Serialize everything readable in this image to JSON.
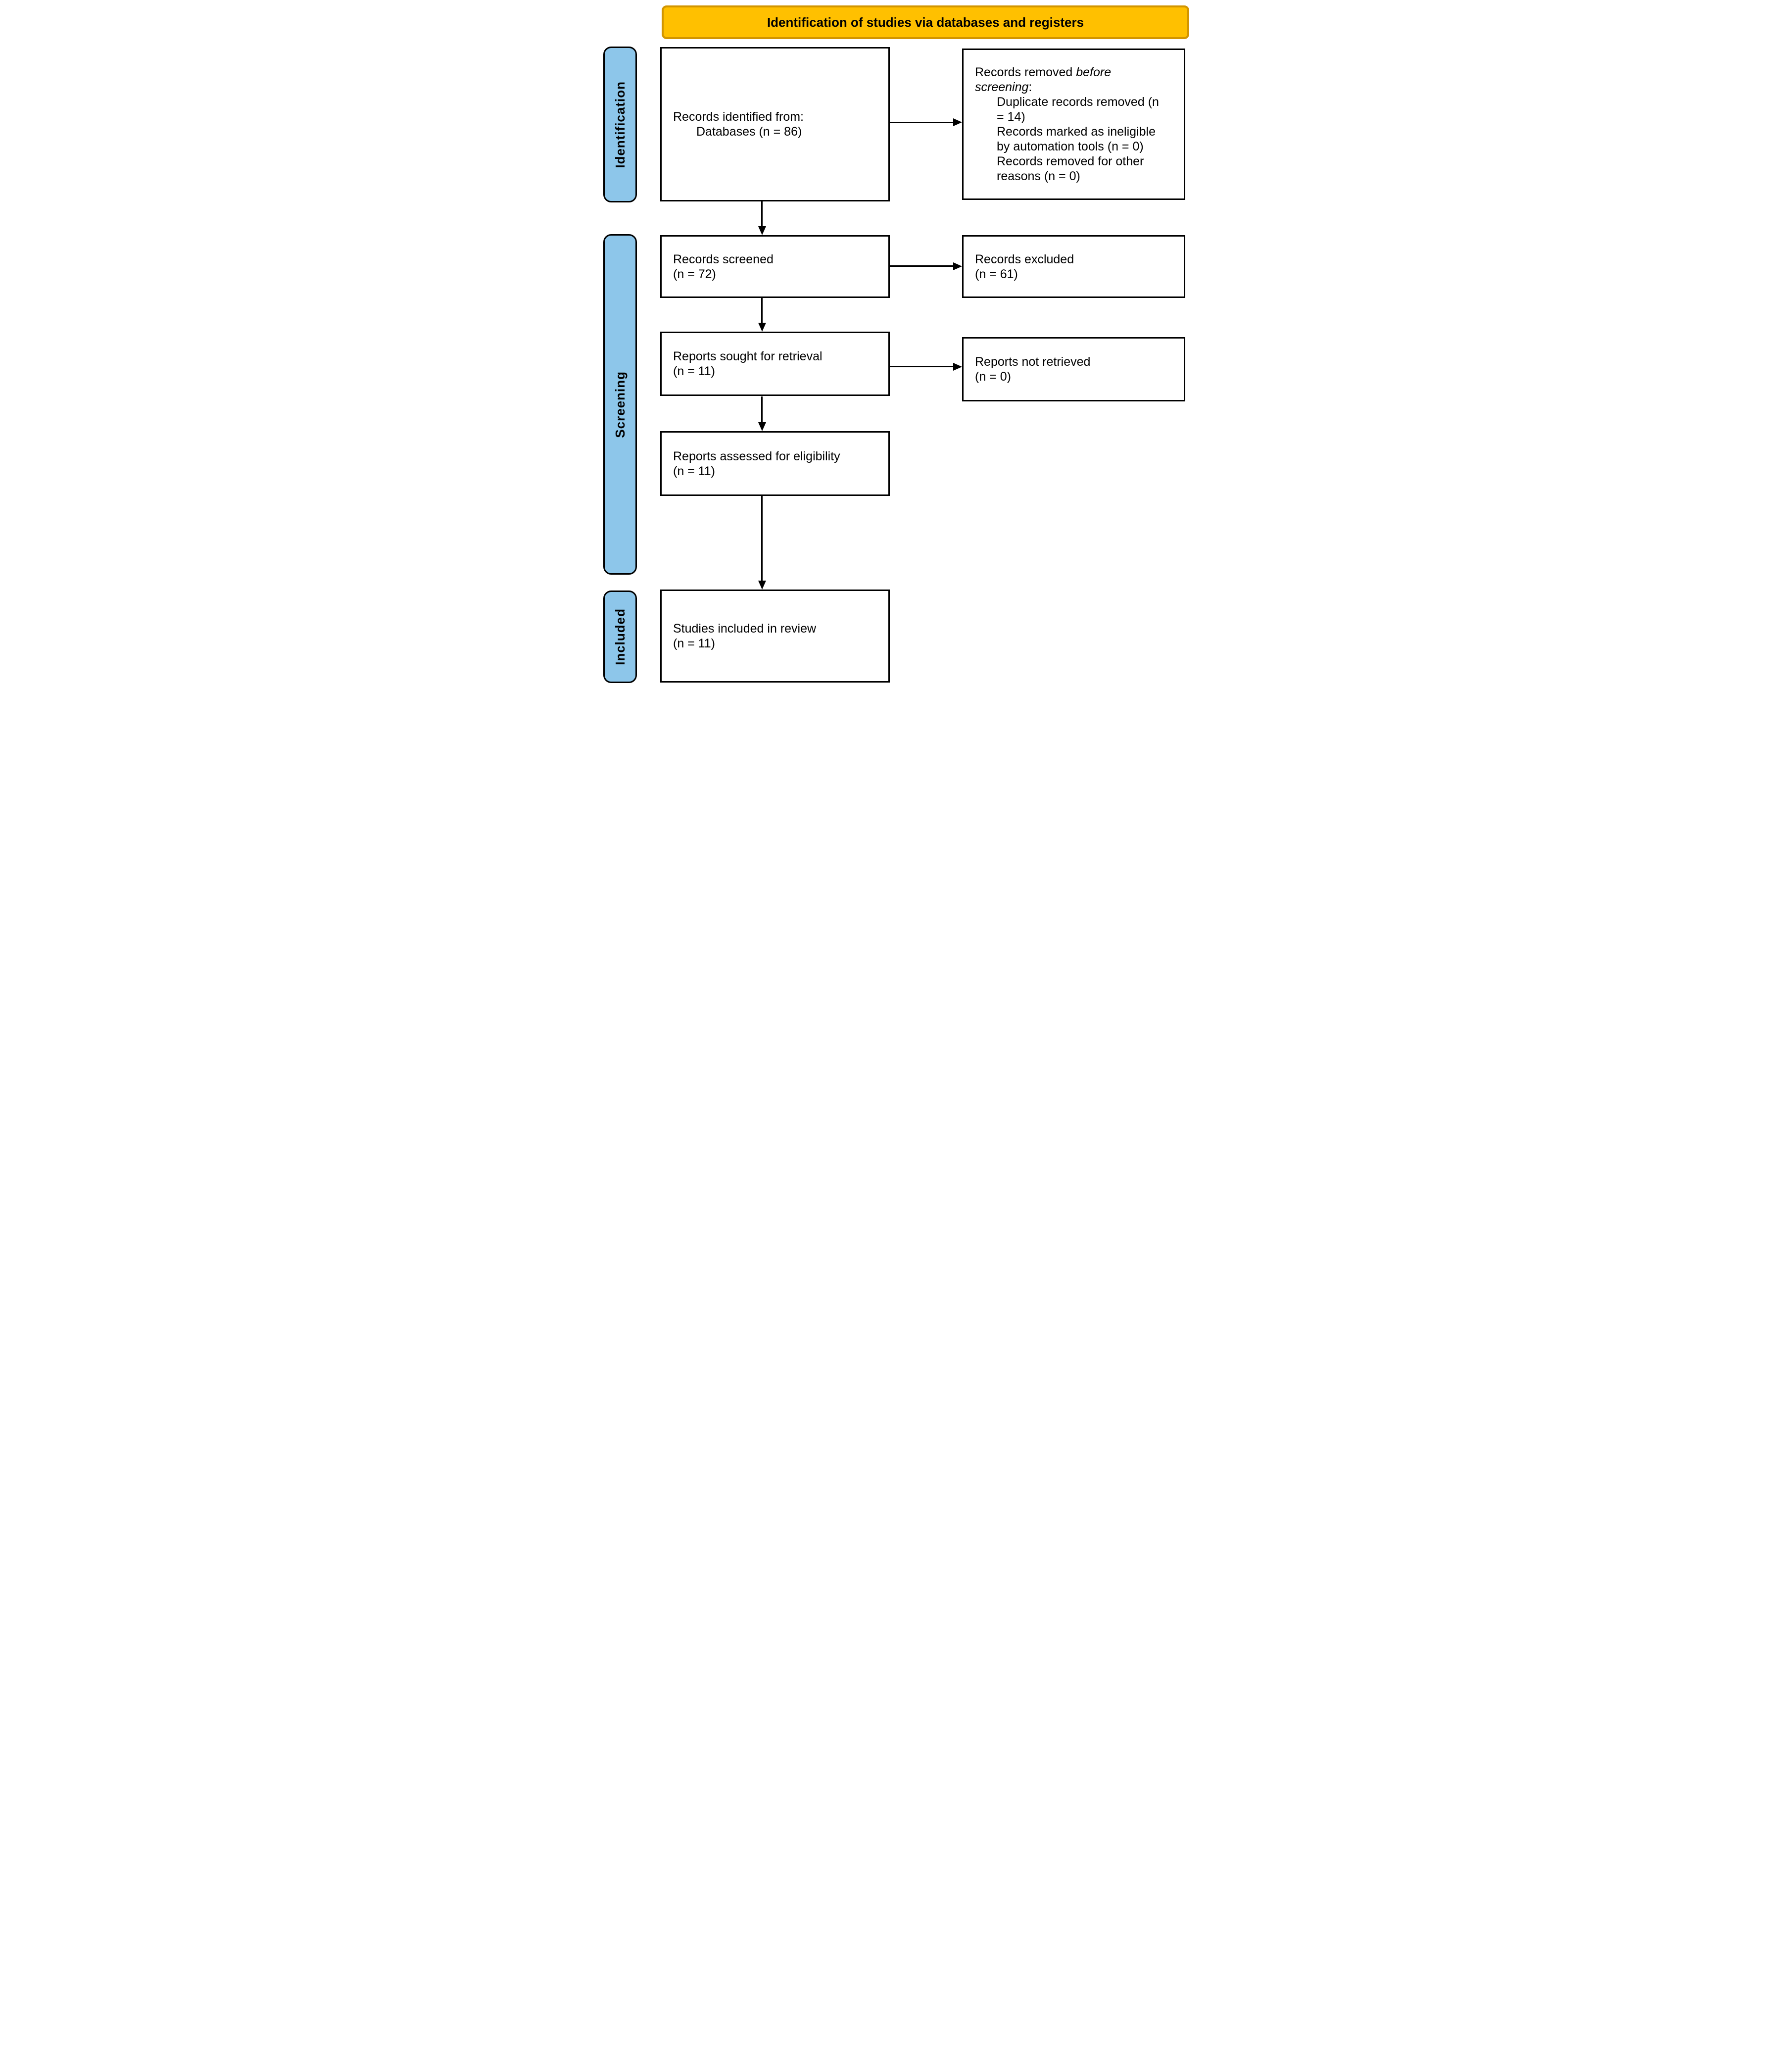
{
  "title": "Identification of studies via databases and registers",
  "stages": {
    "identification": "Identification",
    "screening": "Screening",
    "included": "Included"
  },
  "boxes": {
    "identified": {
      "line1": "Records identified from:",
      "line2": "Databases (n = 86)"
    },
    "removed": {
      "lead": "Records removed ",
      "lead_italic": "before screening",
      "lead_colon": ":",
      "items": [
        "Duplicate records removed (n = 14)",
        "Records marked as ineligible by automation tools (n = 0)",
        "Records removed for other reasons (n = 0)"
      ]
    },
    "screened": {
      "line1": "Records screened",
      "line2": "(n = 72)"
    },
    "excluded": {
      "line1": "Records excluded",
      "line2": "(n = 61)"
    },
    "sought": {
      "line1": "Reports sought for retrieval",
      "line2": "(n = 11)"
    },
    "not_retrieved": {
      "line1": "Reports not retrieved",
      "line2": "(n = 0)"
    },
    "assessed": {
      "line1": "Reports assessed for eligibility",
      "line2": "(n = 11)"
    },
    "included_review": {
      "line1": "Studies included in review",
      "line2": "(n = 11)"
    }
  },
  "colors": {
    "banner_fill": "#FFC000",
    "banner_border": "#D29500",
    "stage_fill": "#8DC6EA",
    "stage_border": "#000000",
    "box_border": "#000000",
    "arrow": "#000000"
  }
}
